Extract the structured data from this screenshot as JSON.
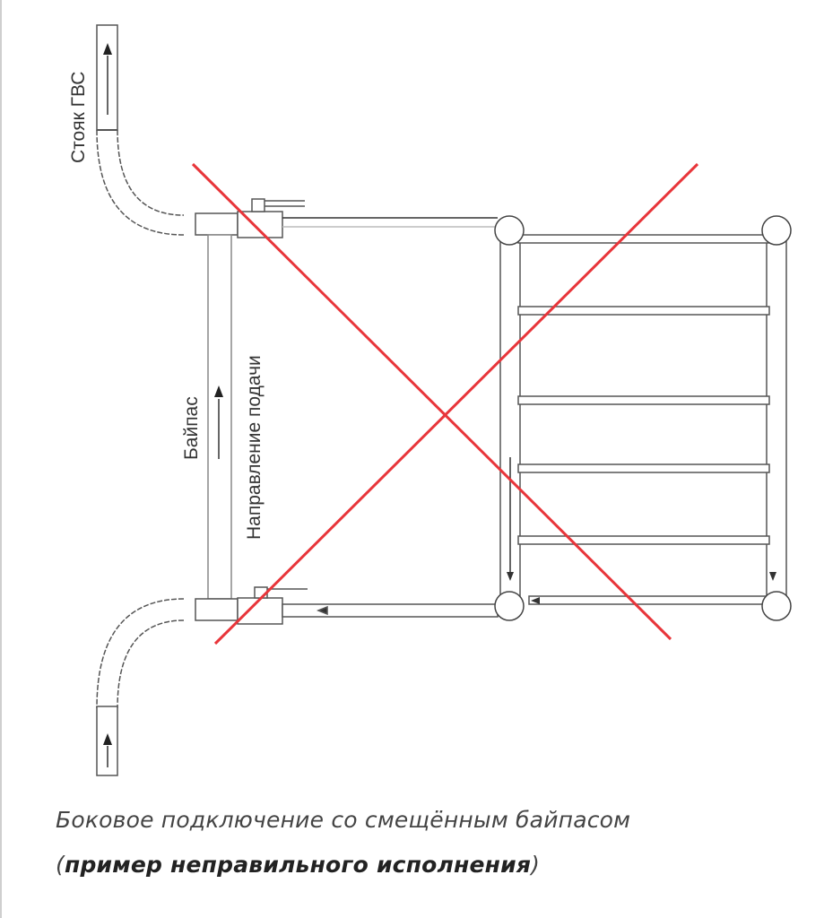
{
  "diagram": {
    "labels": {
      "riser": "Стояк ГВС",
      "bypass": "Байпас",
      "flow_direction": "Направление подачи"
    },
    "cross_color": "#e8353a"
  },
  "caption": {
    "line1": "Боковое подключение со смещённым байпасом",
    "open_paren": "(",
    "bold": "пример неправильного исполнения",
    "close_paren": ")"
  }
}
